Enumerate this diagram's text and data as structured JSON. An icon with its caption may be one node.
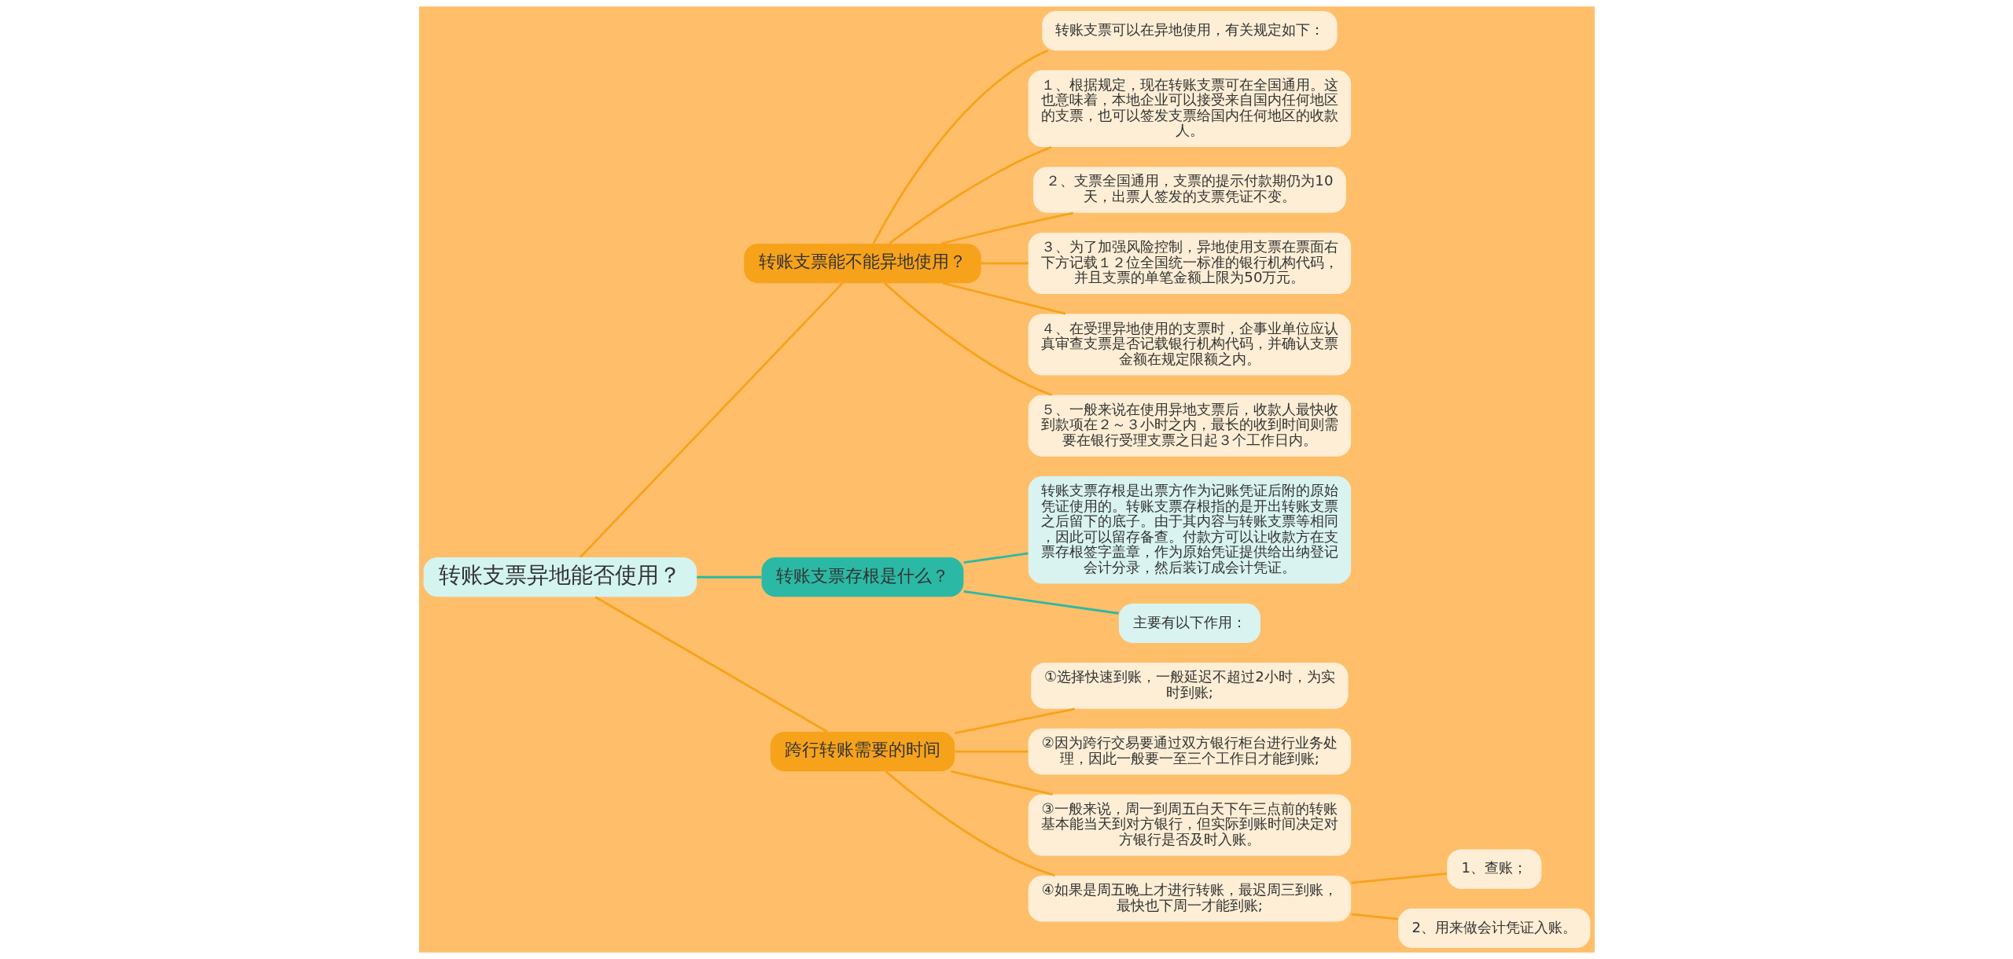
{
  "diagram": {
    "nodes": [
      {
        "text": [
          "转账支票异地能否使用？"
        ]
      },
      {
        "text": [
          "转账支票能不能异地使用？"
        ]
      },
      {
        "text": [
          "转账支票可以在异地使用，有关规定如下："
        ]
      },
      {
        "text": [
          "１、根据规定，现在转账支票可在全国通用。这也意味着，本地企业可以接受来自国内任何地区的支票，也可以签发支票给国内任何地区的收款人。"
        ]
      },
      {
        "text": [
          "２、支票全国通用，支票的提示付款期仍为10天，出票人签发的支票凭证不变。"
        ]
      },
      {
        "text": [
          "３、为了加强风险控制，异地使用支票在票面右下方记载１２位全国统一标准的银行机构代码，并且支票的单笔金额上限为50万元。"
        ]
      },
      {
        "text": [
          "４、在受理异地使用的支票时，企事业单位应认真审查支票是否记载银行机构代码，并确认支票金额在规定限额之内。"
        ]
      },
      {
        "text": [
          "５、一般来说在使用异地支票后，收款人最快收到款项在２～３小时之内，最长的收到时间则需要在银行受理支票之日起３个工作日内。"
        ]
      },
      {
        "text": [
          "转账支票存根是什么？"
        ]
      },
      {
        "text": [
          "转账支票存根是出票方作为记账凭证后附的原始凭证使用的。转账支票存根指的是开出转账支票之后留下的底子。由于其内容与转账支票等相同，因此可以留存备查。付款方可以让收款方在支票存根签字盖章，作为原始凭证提供给出纳登记会计分录，然后装订成会计凭证。"
        ]
      },
      {
        "text": [
          "主要有以下作用："
        ]
      },
      {
        "text": [
          "跨行转账需要的时间"
        ]
      },
      {
        "text": [
          "①选择快速到账，一般延迟不超过2小时，为实时到账;"
        ]
      },
      {
        "text": [
          "②因为跨行交易要通过双方银行柜台进行业务处理，因此一般要一至三个工作日才能到账;"
        ]
      },
      {
        "text": [
          "③一般来说，周一到周五白天下午三点前的转账基本能当天到对方银行，但实际到账时间决定对方银行是否及时入账。"
        ]
      },
      {
        "text": [
          "④如果是周五晚上才进行转账，最迟周三到账，最快也下周一才能到账;"
        ]
      },
      {
        "text": [
          "1、查账；"
        ]
      },
      {
        "text": [
          "2、用来做会计凭证入账。"
        ]
      }
    ],
    "edges": [
      {
        "from": 0,
        "to": 1,
        "arrow": "none"
      },
      {
        "from": 1,
        "to": 2,
        "arrow": "none"
      },
      {
        "from": 1,
        "to": 3,
        "arrow": "none"
      },
      {
        "from": 1,
        "to": 4,
        "arrow": "none"
      },
      {
        "from": 1,
        "to": 5,
        "arrow": "none"
      },
      {
        "from": 1,
        "to": 6,
        "arrow": "none"
      },
      {
        "from": 1,
        "to": 7,
        "arrow": "none"
      },
      {
        "from": 0,
        "to": 8,
        "arrow": "none",
        "color": "#2bb9a5"
      },
      {
        "from": 8,
        "to": 9,
        "arrow": "none",
        "color": "#2bb9a5"
      },
      {
        "from": 8,
        "to": 10,
        "arrow": "none",
        "color": "#2bb9a5"
      },
      {
        "from": 0,
        "to": 11,
        "arrow": "none"
      },
      {
        "from": 11,
        "to": 12,
        "arrow": "none"
      },
      {
        "from": 11,
        "to": 13,
        "arrow": "none"
      },
      {
        "from": 11,
        "to": 14,
        "arrow": "none"
      },
      {
        "from": 11,
        "to": 15,
        "arrow": "none"
      },
      {
        "from": 15,
        "to": 16,
        "arrow": "none"
      },
      {
        "from": 15,
        "to": 17,
        "arrow": "none"
      }
    ]
  }
}
